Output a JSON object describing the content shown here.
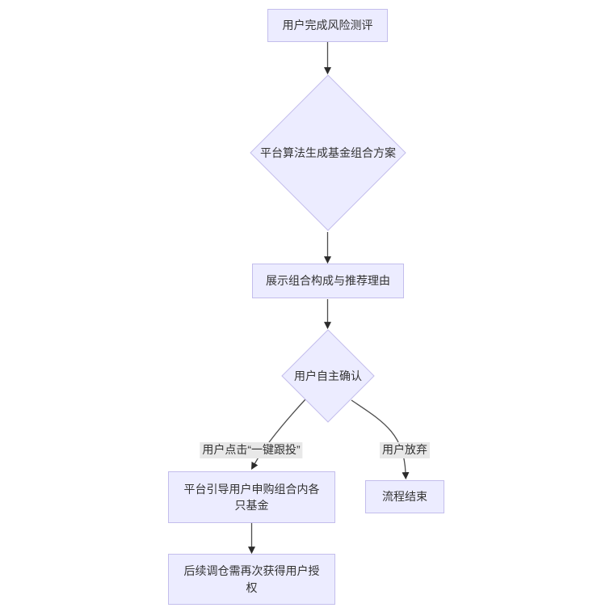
{
  "diagram": {
    "type": "flowchart",
    "direction": "top-down",
    "nodes": [
      {
        "id": "A",
        "shape": "rect",
        "label": "用户完成风险测评"
      },
      {
        "id": "B",
        "shape": "diamond",
        "label": "平台算法生成基金组合方案"
      },
      {
        "id": "C",
        "shape": "rect",
        "label": "展示组合构成与推荐理由"
      },
      {
        "id": "D",
        "shape": "diamond",
        "label": "用户自主确认"
      },
      {
        "id": "E",
        "shape": "rect",
        "label": "平台引导用户申购组合内各\n只基金"
      },
      {
        "id": "F",
        "shape": "rect",
        "label": "后续调仓需再次获得用户授\n权"
      },
      {
        "id": "G",
        "shape": "rect",
        "label": "流程结束"
      }
    ],
    "edges": [
      {
        "from": "A",
        "to": "B",
        "label": ""
      },
      {
        "from": "B",
        "to": "C",
        "label": ""
      },
      {
        "from": "C",
        "to": "D",
        "label": ""
      },
      {
        "from": "D",
        "to": "E",
        "label": "用户点击“一键跟投”"
      },
      {
        "from": "E",
        "to": "F",
        "label": ""
      },
      {
        "from": "D",
        "to": "G",
        "label": "用户放弃"
      }
    ],
    "colors": {
      "node_fill": "#ececff",
      "node_border": "#c3bdec",
      "edge_line": "#4d4d4d",
      "arrowhead": "#2b2b2b",
      "text": "#333333",
      "edge_label_bg": "#e8e8e8",
      "background": "#ffffff"
    }
  }
}
